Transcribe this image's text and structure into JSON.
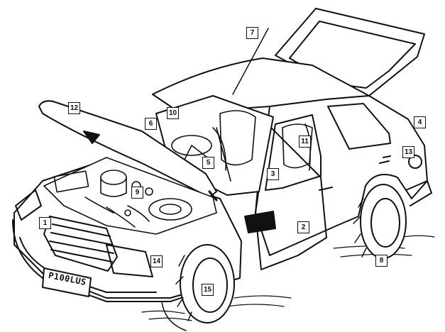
{
  "diagram": {
    "license_plate": "P100LUS",
    "callouts": [
      {
        "id": "callout-1",
        "label": "1"
      },
      {
        "id": "callout-2",
        "label": "2"
      },
      {
        "id": "callout-3",
        "label": "3"
      },
      {
        "id": "callout-4",
        "label": "4"
      },
      {
        "id": "callout-5",
        "label": "5"
      },
      {
        "id": "callout-6",
        "label": "6"
      },
      {
        "id": "callout-7",
        "label": "7"
      },
      {
        "id": "callout-8",
        "label": "8"
      },
      {
        "id": "callout-9",
        "label": "9"
      },
      {
        "id": "callout-10",
        "label": "10"
      },
      {
        "id": "callout-11",
        "label": "11"
      },
      {
        "id": "callout-12",
        "label": "12"
      },
      {
        "id": "callout-13",
        "label": "13"
      },
      {
        "id": "callout-14",
        "label": "14"
      },
      {
        "id": "callout-15",
        "label": "15"
      }
    ]
  }
}
